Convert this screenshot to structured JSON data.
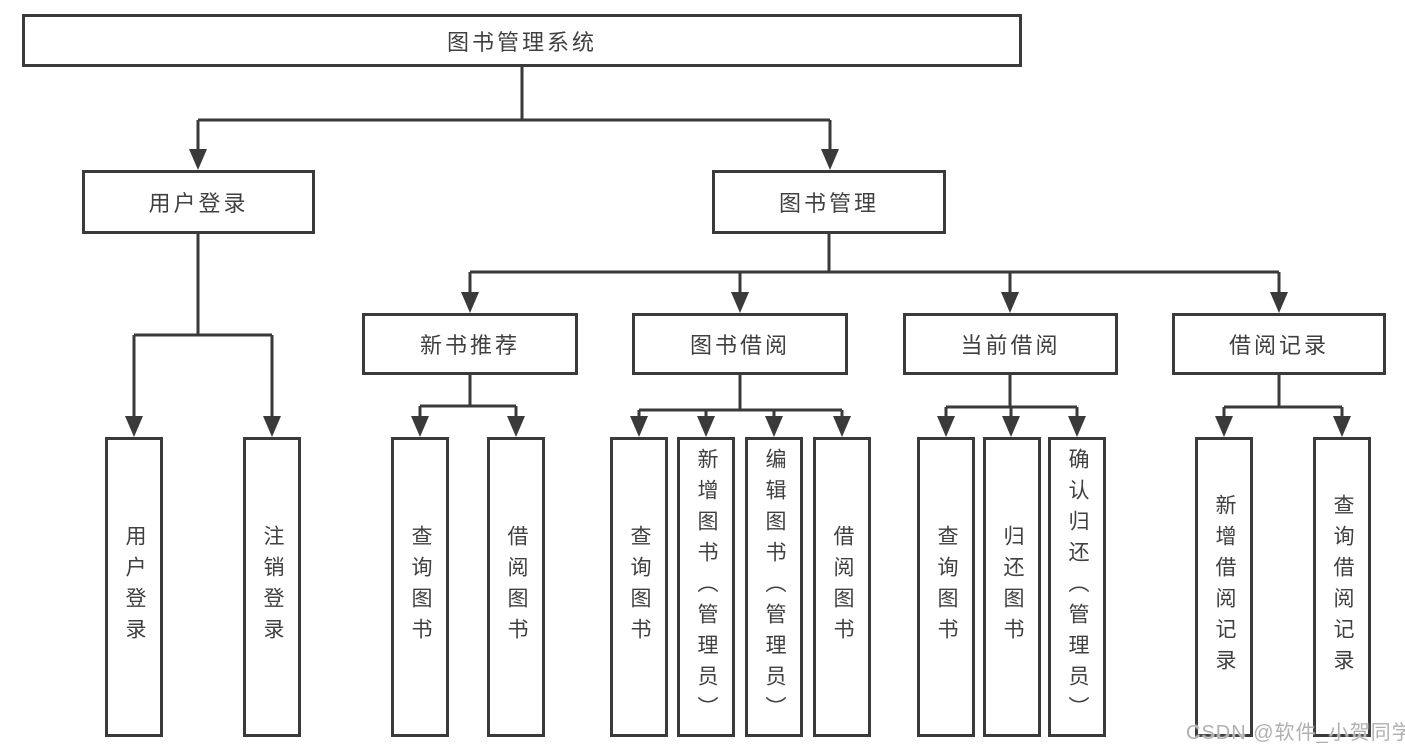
{
  "diagram": {
    "type": "tree",
    "nodes": {
      "root": "图书管理系统",
      "user_login": "用户登录",
      "book_mgmt": "图书管理",
      "new_book_rec": "新书推荐",
      "book_borrow": "图书借阅",
      "current_borrow": "当前借阅",
      "borrow_records": "借阅记录",
      "leaf_user_login": "用户登录",
      "leaf_logout": "注销登录",
      "nb_query_book": "查询图书",
      "nb_borrow_book": "借阅图书",
      "bb_query_book": "查询图书",
      "bb_add_book": "新增图书（管理员）",
      "bb_edit_book": "编辑图书（管理员）",
      "bb_borrow_book": "借阅图书",
      "cb_query_book": "查询图书",
      "cb_return_book": "归还图书",
      "cb_confirm_return": "确认归还（管理员）",
      "br_add_record": "新增借阅记录",
      "br_query_record": "查询借阅记录"
    },
    "edges_description": "root -> [user_login, book_mgmt]; user_login -> [leaf_user_login, leaf_logout]; book_mgmt -> [new_book_rec, book_borrow, current_borrow, borrow_records]; new_book_rec -> [nb_query_book, nb_borrow_book]; book_borrow -> [bb_query_book, bb_add_book, bb_edit_book, bb_borrow_book]; current_borrow -> [cb_query_book, cb_return_book, cb_confirm_return]; borrow_records -> [br_add_record, br_query_record]",
    "line_color": "#3a3a3a",
    "box_background": "#ffffff"
  },
  "watermark": "CSDN @软件_小贺同学"
}
